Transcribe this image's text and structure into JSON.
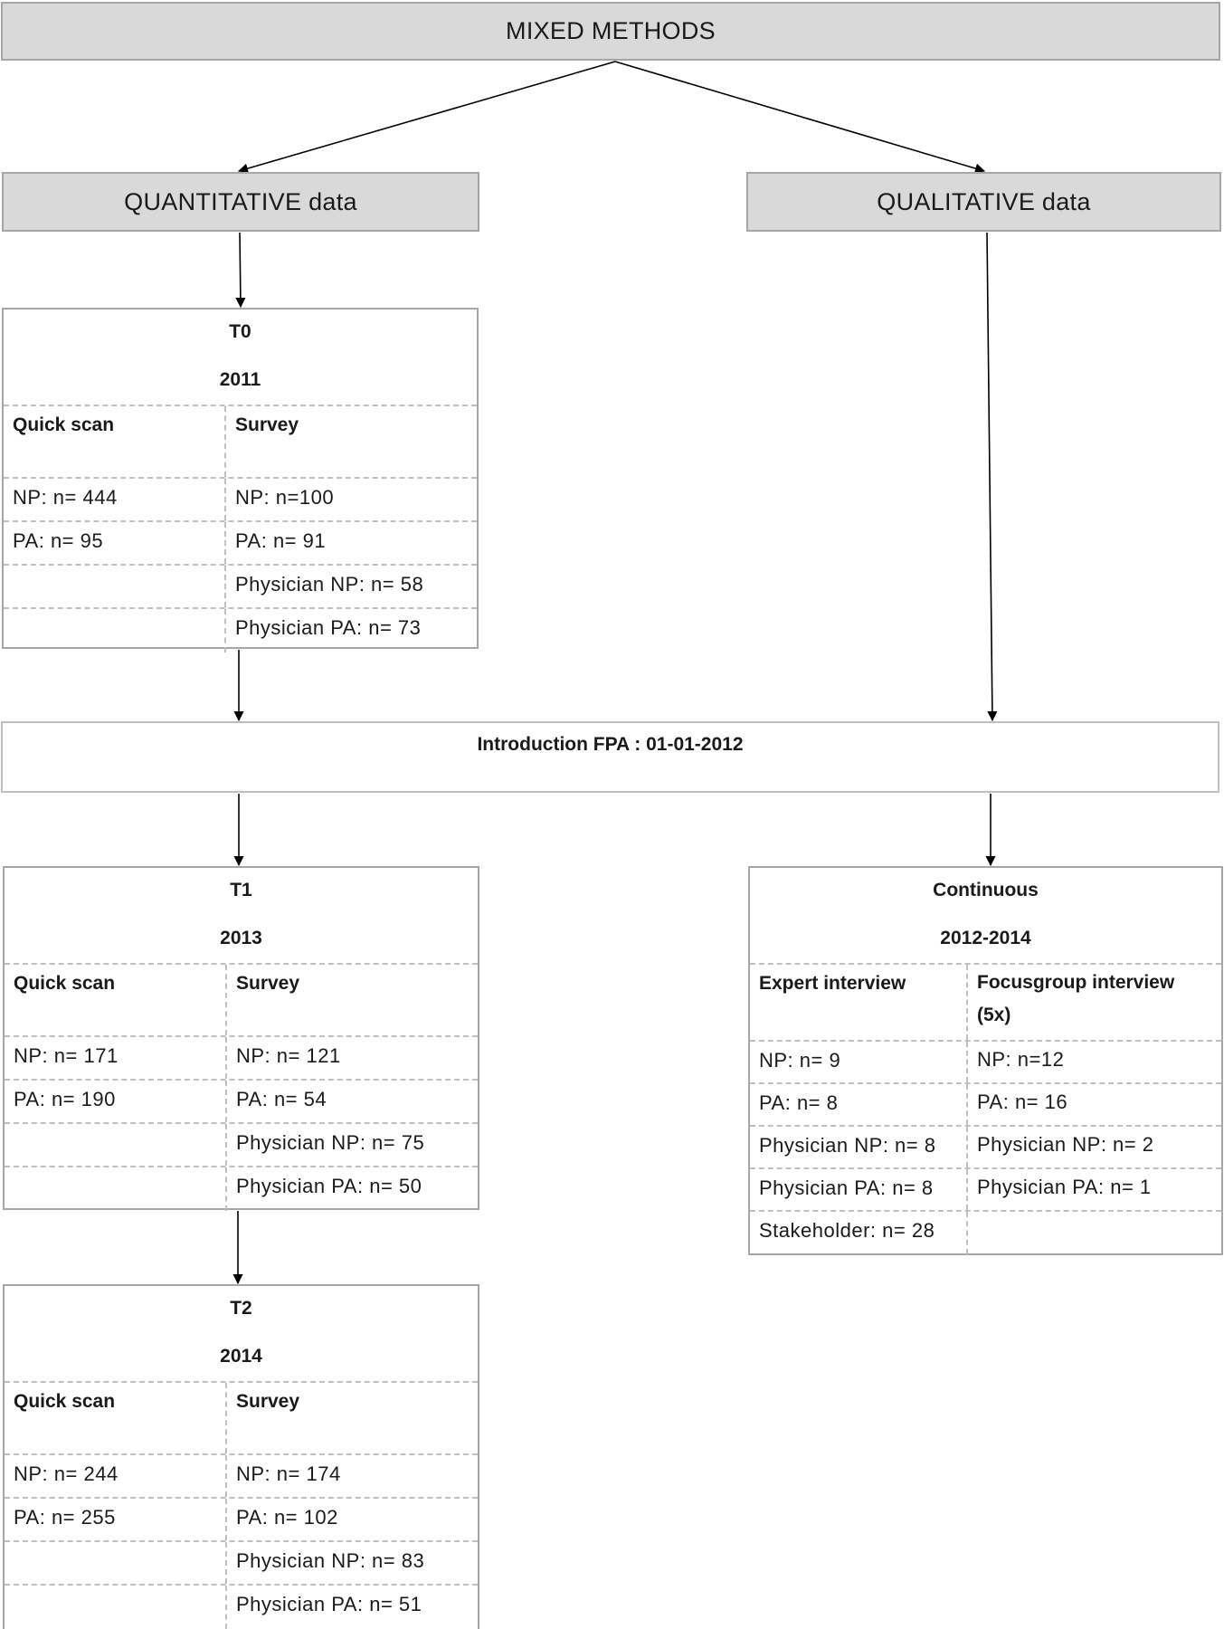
{
  "top": {
    "title": "MIXED METHODS"
  },
  "quantitative": {
    "title": "QUANTITATIVE data"
  },
  "qualitative": {
    "title": "QUALITATIVE data"
  },
  "introduction": {
    "label": "Introduction FPA : 01-01-2012"
  },
  "t0": {
    "timepoint": "T0",
    "year": "2011",
    "col1_header": "Quick scan",
    "col2_header": "Survey",
    "rows": [
      {
        "left": "NP: n= 444",
        "right": "NP: n=100"
      },
      {
        "left": "PA: n= 95",
        "right": "PA: n= 91"
      },
      {
        "left": "",
        "right": "Physician NP: n= 58"
      },
      {
        "left": "",
        "right": "Physician PA: n= 73"
      }
    ]
  },
  "t1": {
    "timepoint": "T1",
    "year": "2013",
    "col1_header": "Quick scan",
    "col2_header": "Survey",
    "rows": [
      {
        "left": "NP: n= 171",
        "right": "NP: n= 121"
      },
      {
        "left": "PA: n= 190",
        "right": "PA: n= 54"
      },
      {
        "left": "",
        "right": "Physician NP: n= 75"
      },
      {
        "left": "",
        "right": "Physician PA: n= 50"
      }
    ]
  },
  "t2": {
    "timepoint": "T2",
    "year": "2014",
    "col1_header": "Quick scan",
    "col2_header": "Survey",
    "rows": [
      {
        "left": "NP: n= 244",
        "right": "NP: n= 174"
      },
      {
        "left": "PA: n= 255",
        "right": "PA: n= 102"
      },
      {
        "left": "",
        "right": "Physician NP: n= 83"
      },
      {
        "left": "",
        "right": "Physician PA: n= 51"
      }
    ]
  },
  "continuous": {
    "timepoint": "Continuous",
    "year": "2012-2014",
    "col1_header": "Expert interview",
    "col2_header": "Focusgroup interview (5x)",
    "rows": [
      {
        "left": "NP: n= 9",
        "right": "NP: n=12"
      },
      {
        "left": "PA: n= 8",
        "right": "PA: n= 16"
      },
      {
        "left": "Physician NP: n= 8",
        "right": "Physician NP: n= 2"
      },
      {
        "left": "Physician PA: n= 8",
        "right": "Physician PA: n= 1"
      },
      {
        "left": "Stakeholder: n= 28",
        "right": ""
      }
    ]
  }
}
